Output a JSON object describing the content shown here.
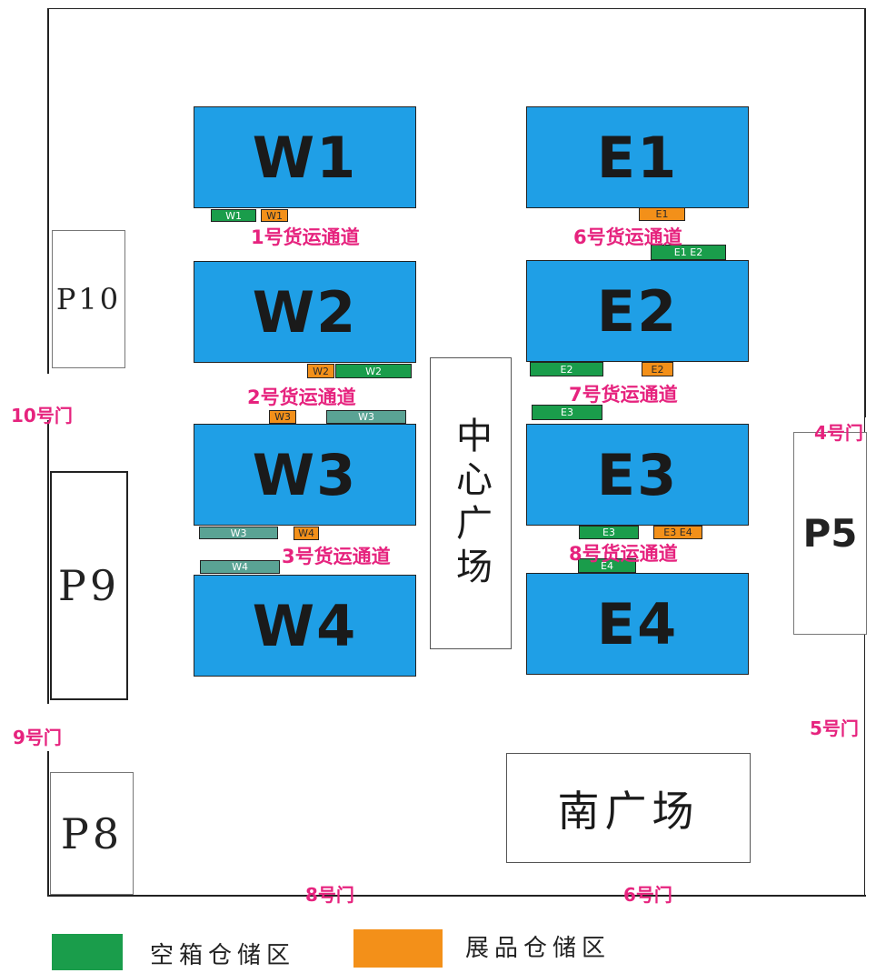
{
  "halls": {
    "w1": "W1",
    "w2": "W2",
    "w3": "W3",
    "w4": "W4",
    "e1": "E1",
    "e2": "E2",
    "e3": "E3",
    "e4": "E4"
  },
  "tags": {
    "w1_green": "W1",
    "w1_orange": "W1",
    "w2_orange": "W2",
    "w2_green": "W2",
    "w3_orange_top": "W3",
    "w3_teal_top": "W3",
    "w3_teal_bottom": "W3",
    "w4_orange": "W4",
    "w4_teal": "W4",
    "e1_orange": "E1",
    "e1e2_green": "E1  E2",
    "e2_green": "E2",
    "e2_orange": "E2",
    "e3_green_top": "E3",
    "e3_green_bottom": "E3",
    "e3e4_orange": "E3 E4",
    "e4_green": "E4"
  },
  "channels": {
    "c1": "1号货运通道",
    "c2": "2号货运通道",
    "c3": "3号货运通道",
    "c6": "6号货运通道",
    "c7": "7号货运通道",
    "c8": "8号货运通道"
  },
  "gates": {
    "g10": "10号门",
    "g9": "9号门",
    "g8": "8号门",
    "g6": "6号门",
    "g5": "5号门",
    "g4": "4号门"
  },
  "plazas": {
    "central": "中心广场",
    "south": "南广场"
  },
  "parking": {
    "p10": "P10",
    "p9": "P9",
    "p8": "P8",
    "p5": "P5"
  },
  "legend": {
    "empty_box_label": "空箱仓储区",
    "empty_box_color": "#1a9d4b",
    "exhibit_label": "展品仓储区",
    "exhibit_color": "#f39019"
  },
  "colors": {
    "hall": "#1f9fe6",
    "channel_text": "#e6237e"
  }
}
